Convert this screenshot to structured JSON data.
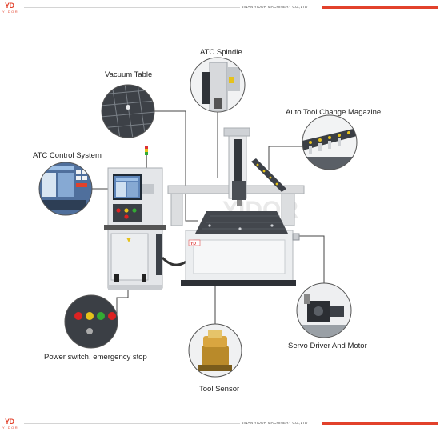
{
  "header": {
    "logo_mark": "YD",
    "logo_sub": "YIDOR",
    "company": "JINAN YIDOR MACHINERY CO.,LTD"
  },
  "footer": {
    "logo_mark": "YD",
    "logo_sub": "YIDOR",
    "company": "JINAN YIDOR MACHINERY CO.,LTD"
  },
  "watermark": "YIDOR",
  "labels": {
    "atc_spindle": "ATC Spindle",
    "vacuum_table": "Vacuum Table",
    "auto_tool_change_magazine": "Auto Tool Change Magazine",
    "atc_control_system": "ATC Control System",
    "power_switch": "Power switch, emergency stop",
    "servo_driver_motor": "Servo Driver And Motor",
    "tool_sensor": "Tool Sensor"
  },
  "colors": {
    "brand_red": "#e2412b",
    "line": "#444444",
    "machine_grey": "#d9dadc",
    "dark": "#2c2f33"
  }
}
